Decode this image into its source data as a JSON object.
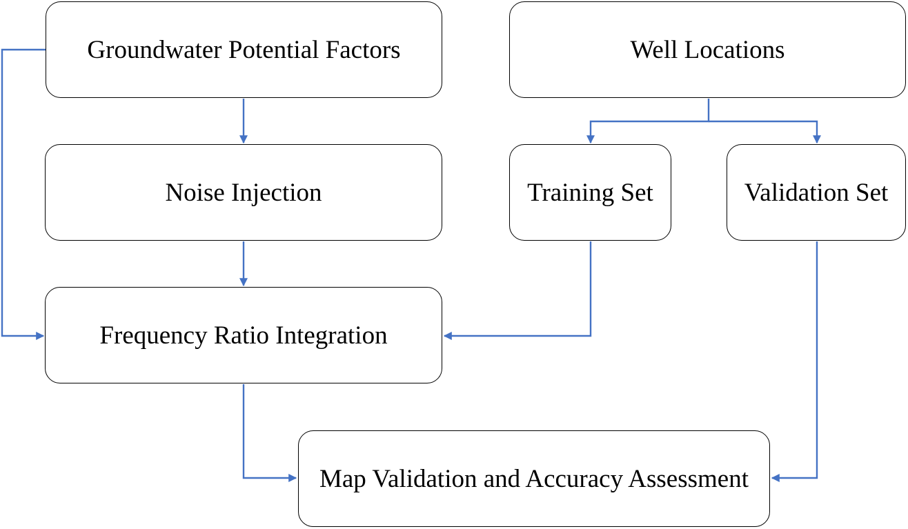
{
  "nodes": {
    "groundwater_factors": "Groundwater Potential Factors",
    "well_locations": "Well Locations",
    "noise_injection": "Noise Injection",
    "training_set": "Training Set",
    "validation_set": "Validation Set",
    "frequency_ratio": "Frequency Ratio Integration",
    "map_validation": "Map Validation and Accuracy Assessment"
  },
  "colors": {
    "connector": "#4472C4",
    "box_border": "#000000",
    "text": "#000000"
  }
}
